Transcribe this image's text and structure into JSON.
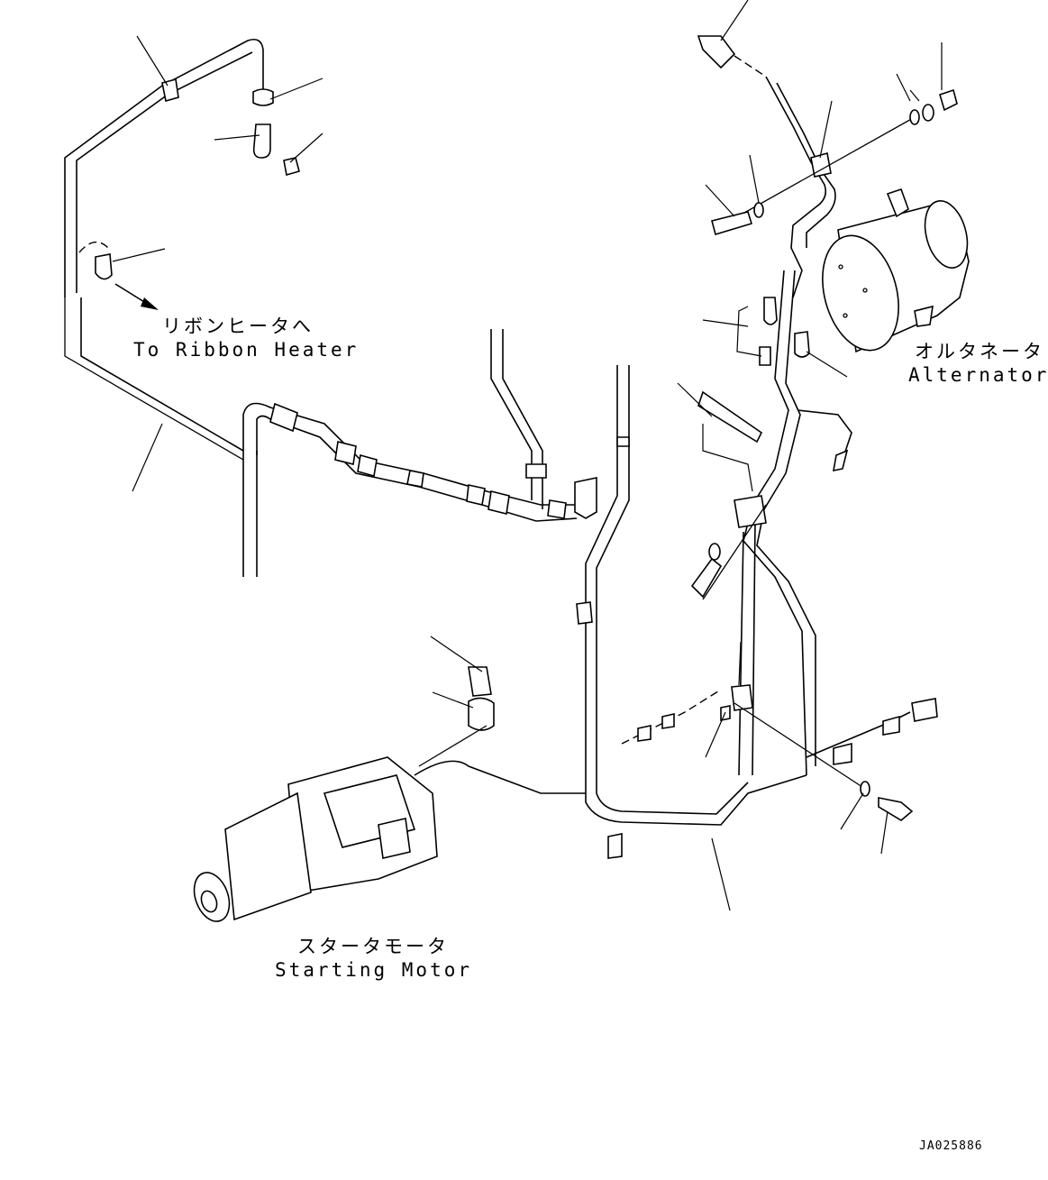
{
  "labels": {
    "ribbon_heater_jp": "リボンヒータへ",
    "ribbon_heater_en": "To Ribbon Heater",
    "alternator_jp": "オルタネータ",
    "alternator_en": "Alternator",
    "starting_motor_jp": "スタータモータ",
    "starting_motor_en": "Starting Motor"
  },
  "drawing_code": "JA025886",
  "colors": {
    "line": "#000000",
    "background": "#ffffff"
  }
}
